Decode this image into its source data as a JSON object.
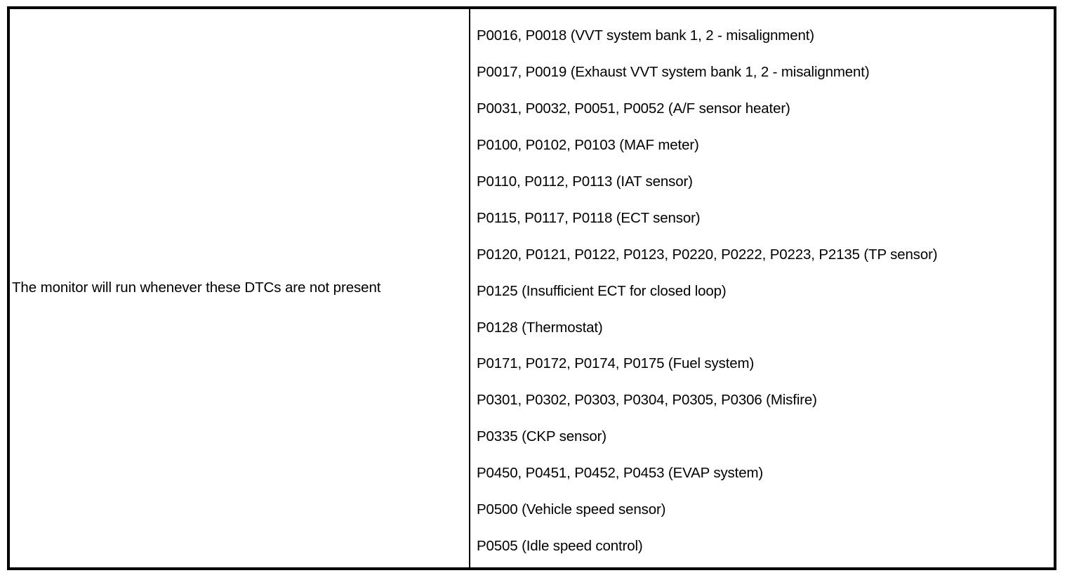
{
  "table": {
    "condition": {
      "label": "The monitor will run whenever these DTCs are not present"
    },
    "dtc_rows": [
      {
        "text": "P0016, P0018 (VVT system bank 1, 2 - misalignment)"
      },
      {
        "text": "P0017, P0019 (Exhaust VVT system bank 1, 2 - misalignment)"
      },
      {
        "text": "P0031, P0032, P0051, P0052 (A/F sensor heater)"
      },
      {
        "text": "P0100, P0102, P0103 (MAF meter)"
      },
      {
        "text": "P0110, P0112, P0113 (IAT sensor)"
      },
      {
        "text": "P0115, P0117, P0118 (ECT sensor)"
      },
      {
        "text": "P0120, P0121, P0122, P0123, P0220, P0222, P0223, P2135 (TP sensor)"
      },
      {
        "text": "P0125 (Insufficient ECT for closed loop)"
      },
      {
        "text": "P0128 (Thermostat)"
      },
      {
        "text": "P0171, P0172, P0174, P0175 (Fuel system)"
      },
      {
        "text": "P0301, P0302, P0303, P0304, P0305, P0306 (Misfire)"
      },
      {
        "text": "P0335 (CKP sensor)"
      },
      {
        "text": "P0450, P0451, P0452, P0453 (EVAP system)"
      },
      {
        "text": "P0500 (Vehicle speed sensor)"
      },
      {
        "text": "P0505 (Idle speed control)"
      }
    ]
  },
  "colors": {
    "border": "#000000",
    "text": "#000000",
    "background": "#ffffff"
  }
}
